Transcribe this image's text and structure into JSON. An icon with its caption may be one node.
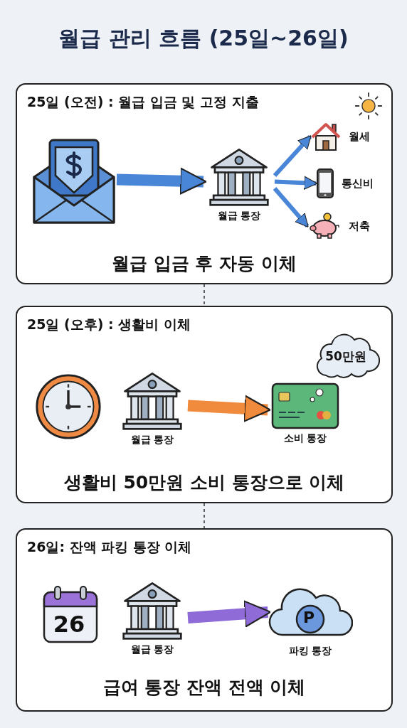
{
  "diagram": {
    "title": "월급 관리 흐름 (25일~26일)",
    "nodes": [
      {
        "text": [
          "25일 (오전) : 월급 입금 및 고정 지출",
          "월급 입금 후 자동 이체"
        ]
      },
      {
        "text": [],
        "shape": "envelope",
        "in": 0
      },
      {
        "text": [
          "월급 통장"
        ],
        "in": 0
      },
      {
        "text": [
          "월세"
        ],
        "in": 0
      },
      {
        "text": [
          "통신비"
        ],
        "in": 0
      },
      {
        "text": [
          "저축"
        ],
        "in": 0
      },
      {
        "text": [
          "25일 (오후) : 생활비 이체",
          "생활비 50만원 소비 통장으로 이체"
        ]
      },
      {
        "text": [
          "월급 통장"
        ],
        "in": 6
      },
      {
        "text": [
          "소비 통장"
        ],
        "in": 6
      },
      {
        "text": [
          "50만원"
        ],
        "in": 6
      },
      {
        "text": [
          "26일: 잔액 파킹 통장 이체",
          "급여 통장 잔액 전액 이체"
        ]
      },
      {
        "text": [
          "월급 통장"
        ],
        "in": 10
      },
      {
        "text": [
          "파킹 통장"
        ],
        "in": 10
      }
    ],
    "edges": [
      {
        "from": 1,
        "to": 2,
        "arrow": "to",
        "style": "thick"
      },
      {
        "from": 2,
        "to": 3,
        "arrow": "to"
      },
      {
        "from": 2,
        "to": 4,
        "arrow": "to"
      },
      {
        "from": 2,
        "to": 5,
        "arrow": "to"
      },
      {
        "from": 0,
        "to": 6,
        "arrow": "none",
        "style": "dashed",
        "color": "#333333"
      },
      {
        "from": 7,
        "to": 8,
        "arrow": "to",
        "style": "thick",
        "color": "#f08a3c"
      },
      {
        "from": 6,
        "to": 10,
        "arrow": "none",
        "style": "dashed",
        "color": "#333333"
      },
      {
        "from": 11,
        "to": 12,
        "arrow": "to",
        "style": "thick",
        "color": "#8e6bd6"
      }
    ],
    "labels": [
      "26",
      "P"
    ]
  }
}
